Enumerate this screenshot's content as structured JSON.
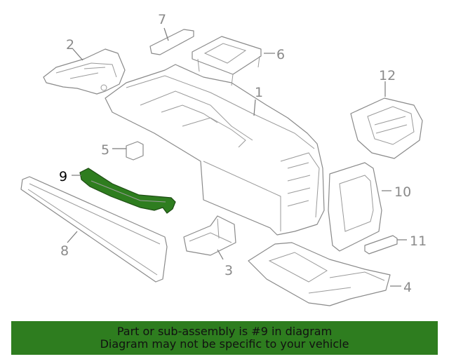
{
  "colors": {
    "highlight": "#2e7d1f",
    "banner": "#2e7d1f",
    "line": "#8a8a8a"
  },
  "callouts": {
    "c1": "1",
    "c2": "2",
    "c3": "3",
    "c4": "4",
    "c5": "5",
    "c6": "6",
    "c7": "7",
    "c8": "8",
    "c9": "9",
    "c10": "10",
    "c11": "11",
    "c12": "12"
  },
  "banner": {
    "line1": "Part or sub-assembly is #9 in diagram",
    "line2": "Diagram may not be specific to your vehicle"
  }
}
